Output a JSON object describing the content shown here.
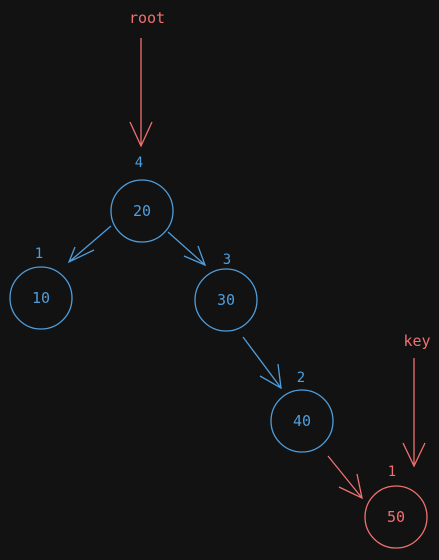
{
  "colors": {
    "background": "#121212",
    "tree": "#4f9ddb",
    "highlight": "#f07070"
  },
  "diagram": {
    "pointers": {
      "root": "root",
      "key": "key"
    },
    "nodes": [
      {
        "id": "n20",
        "value": "20",
        "height": "4",
        "highlight": false
      },
      {
        "id": "n10",
        "value": "10",
        "height": "1",
        "highlight": false
      },
      {
        "id": "n30",
        "value": "30",
        "height": "3",
        "highlight": false
      },
      {
        "id": "n40",
        "value": "40",
        "height": "2",
        "highlight": false
      },
      {
        "id": "n50",
        "value": "50",
        "height": "1",
        "highlight": true
      }
    ],
    "edges": [
      {
        "from": "20",
        "to": "10"
      },
      {
        "from": "20",
        "to": "30"
      },
      {
        "from": "30",
        "to": "40"
      },
      {
        "from": "40",
        "to": "50"
      }
    ]
  }
}
